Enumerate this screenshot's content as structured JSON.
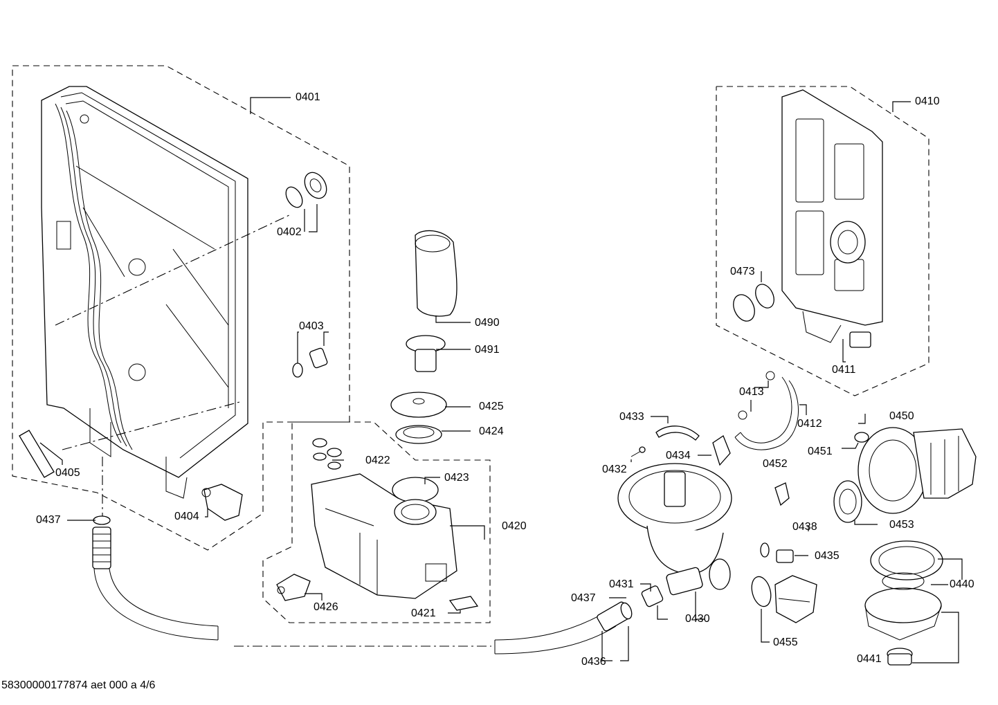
{
  "footer": "58300000177874 aet 000 a 4/6",
  "labels": {
    "p0401": "0401",
    "p0402": "0402",
    "p0403": "0403",
    "p0404": "0404",
    "p0405": "0405",
    "p0437a": "0437",
    "p0490": "0490",
    "p0491": "0491",
    "p0425": "0425",
    "p0424": "0424",
    "p0422": "0422",
    "p0423": "0423",
    "p0420": "0420",
    "p0426": "0426",
    "p0421": "0421",
    "p0410": "0410",
    "p0473": "0473",
    "p0411": "0411",
    "p0413": "0413",
    "p0412": "0412",
    "p0433": "0433",
    "p0432": "0432",
    "p0434": "0434",
    "p0452": "0452",
    "p0450": "0450",
    "p0451": "0451",
    "p0453": "0453",
    "p0438": "0438",
    "p0435": "0435",
    "p0440": "0440",
    "p0431": "0431",
    "p0437b": "0437",
    "p0430": "0430",
    "p0455": "0455",
    "p0436": "0436",
    "p0441": "0441"
  }
}
